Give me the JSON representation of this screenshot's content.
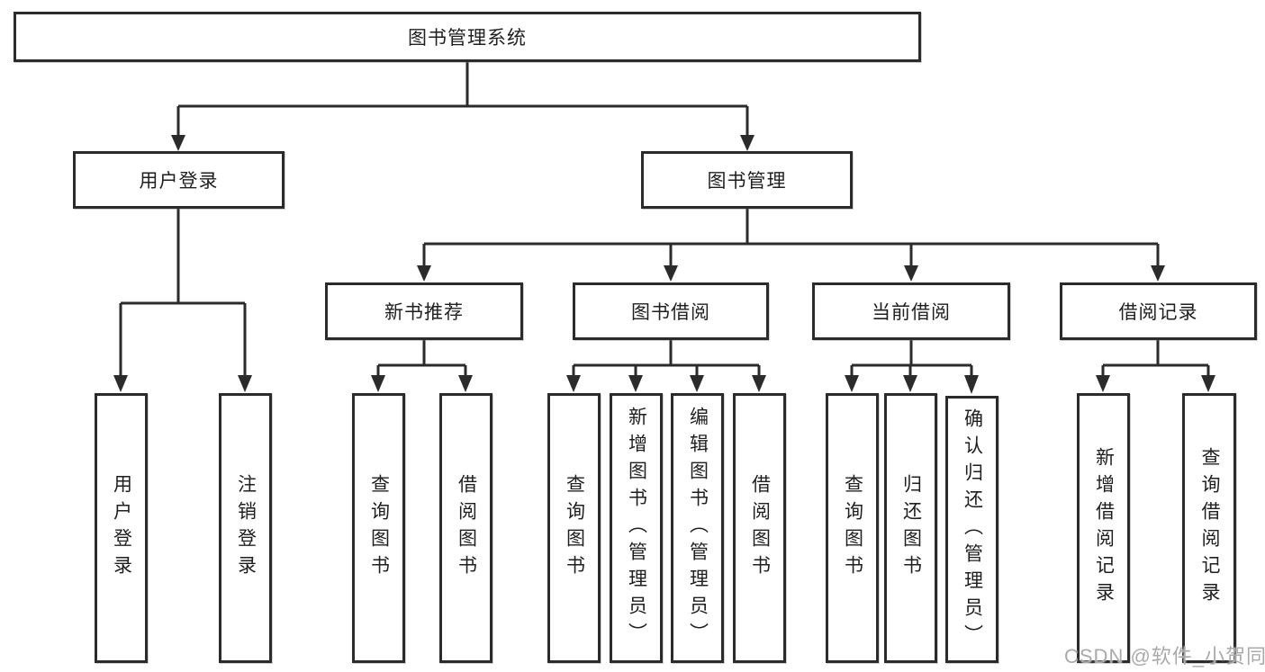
{
  "diagram": {
    "colors": {
      "line": "#2b2b2b",
      "border": "#2b2b2b",
      "text": "#1f1f1f",
      "background": "#ffffff",
      "watermark": "#aaaaaa"
    },
    "watermark": {
      "text": "CSDN @软件_小贺同学"
    },
    "nodes": {
      "root": {
        "label": "图书管理系统"
      },
      "user_login": {
        "label": "用户登录"
      },
      "book_mgmt": {
        "label": "图书管理"
      },
      "new_book_rec": {
        "label": "新书推荐"
      },
      "book_borrow": {
        "label": "图书借阅"
      },
      "current_borrow": {
        "label": "当前借阅"
      },
      "borrow_records": {
        "label": "借阅记录"
      },
      "login_user": {
        "label": "用户登录"
      },
      "login_logout": {
        "label": "注销登录"
      },
      "rec_query": {
        "label": "查询图书"
      },
      "rec_borrow": {
        "label": "借阅图书"
      },
      "bb_query": {
        "label": "查询图书"
      },
      "bb_add": {
        "label": "新增图书（管理员）"
      },
      "bb_edit": {
        "label": "编辑图书（管理员）"
      },
      "bb_borrow": {
        "label": "借阅图书"
      },
      "cb_query": {
        "label": "查询图书"
      },
      "cb_return": {
        "label": "归还图书"
      },
      "cb_confirm": {
        "label": "确认归还（管理员）"
      },
      "br_add": {
        "label": "新增借阅记录"
      },
      "br_query": {
        "label": "查询借阅记录"
      }
    },
    "tree": {
      "root": [
        "user_login",
        "book_mgmt"
      ],
      "user_login": [
        "login_user",
        "login_logout"
      ],
      "book_mgmt": [
        "new_book_rec",
        "book_borrow",
        "current_borrow",
        "borrow_records"
      ],
      "new_book_rec": [
        "rec_query",
        "rec_borrow"
      ],
      "book_borrow": [
        "bb_query",
        "bb_add",
        "bb_edit",
        "bb_borrow"
      ],
      "current_borrow": [
        "cb_query",
        "cb_return",
        "cb_confirm"
      ],
      "borrow_records": [
        "br_add",
        "br_query"
      ]
    }
  }
}
